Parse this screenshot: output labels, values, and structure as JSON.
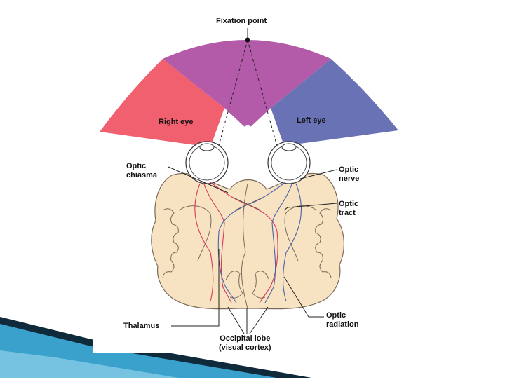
{
  "diagram": {
    "labels": {
      "fixation_point": "Fixation point",
      "right_eye": "Right eye",
      "left_eye": "Left eye",
      "optic_chiasma": "Optic\nchiasma",
      "optic_nerve": "Optic\nnerve",
      "optic_tract": "Optic\ntract",
      "thalamus": "Thalamus",
      "optic_radiation": "Optic\nradiation",
      "occipital_lobe": "Occipital lobe\n(visual cortex)"
    },
    "colors": {
      "right_field": "#f0606e",
      "overlap_field": "#b35aa8",
      "left_field": "#6a72b6",
      "brain": "#f7e2c2",
      "right_pathway": "#d63a5a",
      "left_pathway": "#4a63a8",
      "slide_accent_dark": "#0f2a3a",
      "slide_accent_blue": "#3aa0cc"
    }
  }
}
